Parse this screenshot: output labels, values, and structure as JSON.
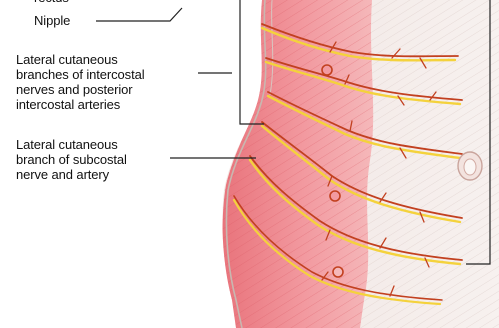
{
  "labels": {
    "cut_top": "rectus",
    "nipple": "Nipple",
    "lateral_intercostal": [
      "Lateral cutaneous",
      "branches of intercostal",
      "nerves and posterior",
      "intercostal arteries"
    ],
    "lateral_subcostal": [
      "Lateral cutaneous",
      "branch of subcostal",
      "nerve and artery"
    ]
  },
  "colors": {
    "muscle": "#f09aa0",
    "fascia": "#f3ebe8",
    "artery": "#c2401f",
    "nerve": "#f4d23c",
    "leader": "#222222"
  }
}
